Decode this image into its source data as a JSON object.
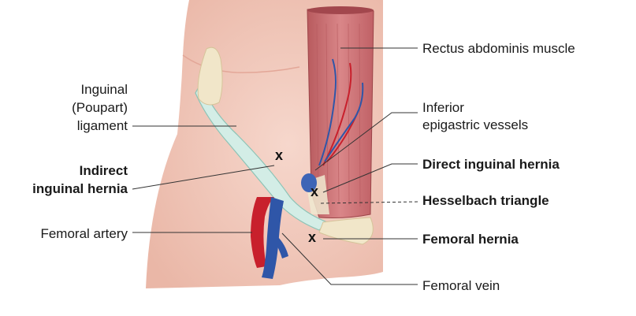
{
  "labels": {
    "rectus": "Rectus abdominis muscle",
    "epigastric_1": "Inferior",
    "epigastric_2": "epigastric vessels",
    "direct": "Direct inguinal hernia",
    "hesselbach": "Hesselbach triangle",
    "femoral_hernia": "Femoral hernia",
    "femoral_vein": "Femoral vein",
    "inguinal_1": "Inguinal",
    "inguinal_2": "(Poupart)",
    "inguinal_3": "ligament",
    "indirect_1": "Indirect",
    "indirect_2": "inguinal hernia",
    "femoral_artery": "Femoral artery"
  },
  "markers": {
    "indirect": "x",
    "direct": "x",
    "femoral": "x"
  },
  "colors": {
    "skin": "#f3ccc0",
    "skin_shadow": "#e8b2a4",
    "muscle": "#c96b6b",
    "muscle_dark": "#a94a50",
    "ligament": "#d3ede6",
    "bone": "#f1e6c9",
    "artery": "#c8202c",
    "vein": "#2f56a8"
  }
}
